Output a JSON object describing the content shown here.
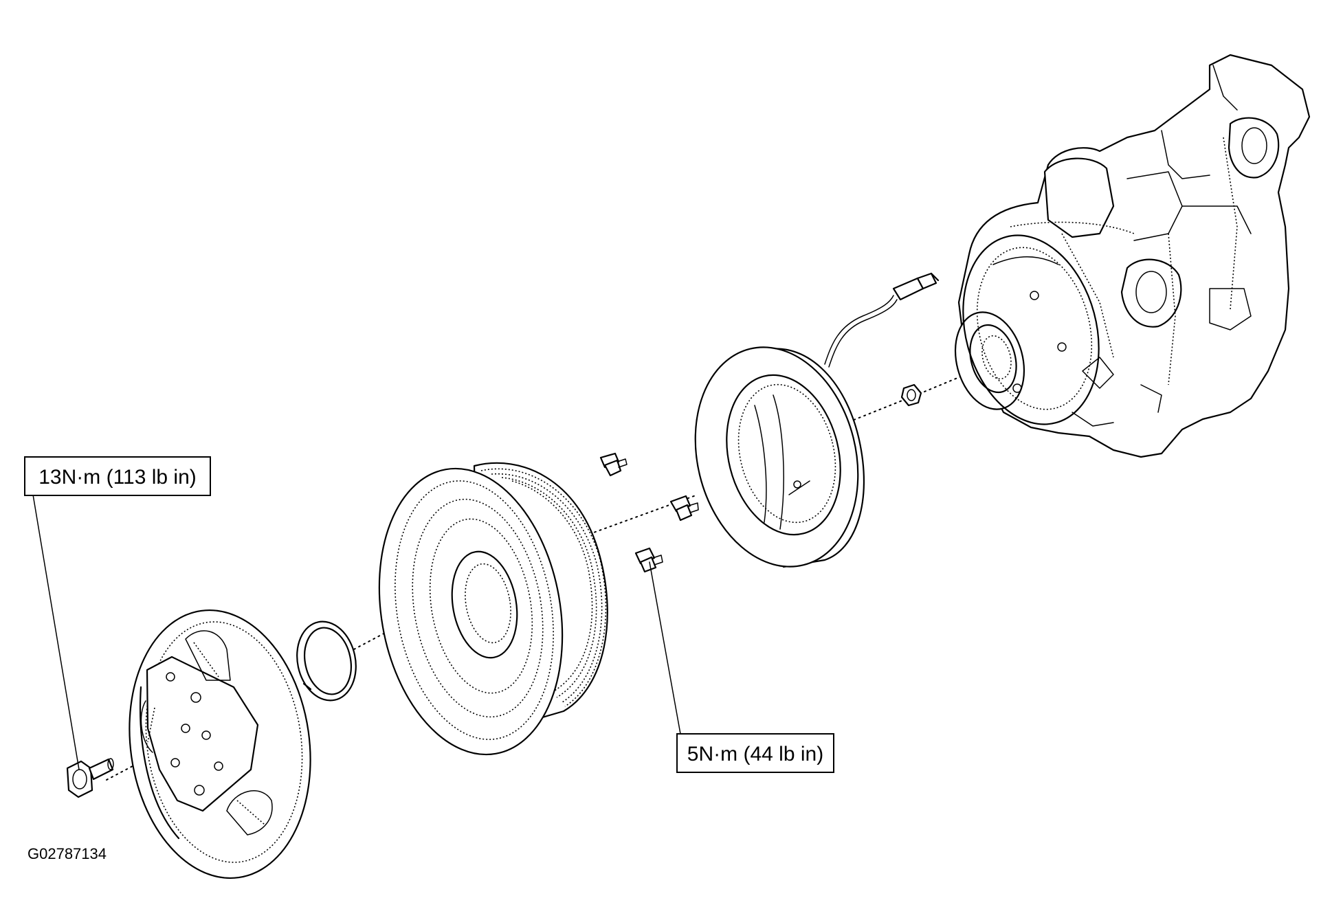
{
  "labels": {
    "torque_clutch_bolt": "13N·m (113 lb in)",
    "torque_field_coil_screws": "5N·m (44 lb in)"
  },
  "figure_id": "G02787134"
}
